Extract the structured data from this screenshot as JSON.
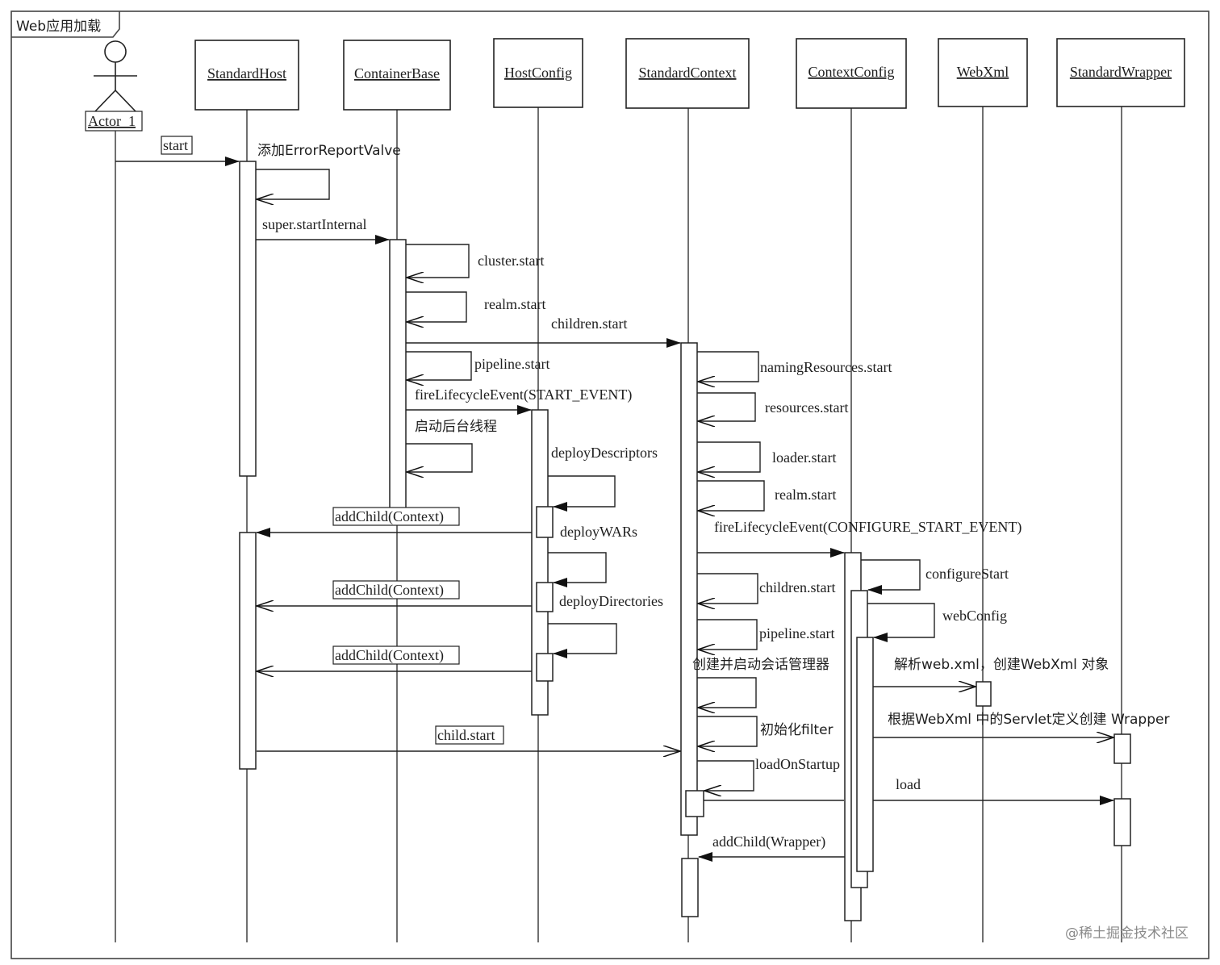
{
  "frame": {
    "title": "Web应用加载"
  },
  "actor": {
    "label": "Actor_1"
  },
  "participants": [
    "StandardHost",
    "ContainerBase",
    "HostConfig",
    "StandardContext",
    "ContextConfig",
    "WebXml",
    "StandardWrapper"
  ],
  "messages": {
    "start": "start",
    "add_error_report_valve": "添加ErrorReportValve",
    "super_start_internal": "super.startInternal",
    "cluster_start": "cluster.start",
    "realm_start_1": "realm.start",
    "children_start_1": "children.start",
    "pipeline_start_1": "pipeline.start",
    "fire_start_event": "fireLifecycleEvent(START_EVENT)",
    "start_bg_thread": "启动后台线程",
    "deploy_descriptors": "deployDescriptors",
    "add_child_context": "addChild(Context)",
    "deploy_wars": "deployWARs",
    "deploy_directories": "deployDirectories",
    "child_start": "child.start",
    "naming_resources_start": "namingResources.start",
    "resources_start": "resources.start",
    "loader_start": "loader.start",
    "realm_start_2": "realm.start",
    "fire_configure_start": "fireLifecycleEvent(CONFIGURE_START_EVENT)",
    "configure_start": "configureStart",
    "children_start_2": "children.start",
    "web_config": "webConfig",
    "pipeline_start_2": "pipeline.start",
    "parse_web_xml": "解析web.xml，创建WebXml 对象",
    "create_session_manager": "创建并启动会话管理器",
    "create_wrapper": "根据WebXml 中的Servlet定义创建 Wrapper",
    "init_filter": "初始化filter",
    "load_on_startup": "loadOnStartup",
    "load": "load",
    "add_child_wrapper": "addChild(Wrapper)"
  },
  "watermark": "@稀土掘金技术社区"
}
